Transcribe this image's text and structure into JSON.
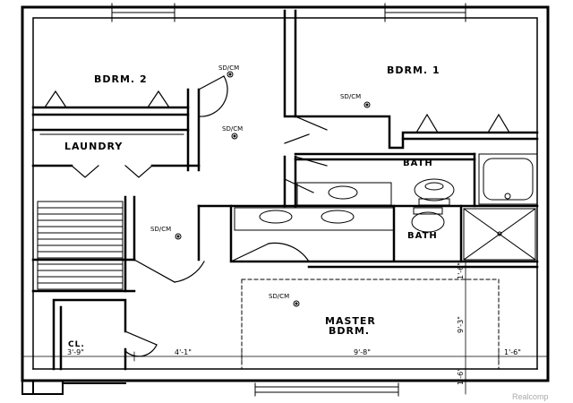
{
  "rooms": {
    "bdrm2": "BDRM. 2",
    "bdrm1": "BDRM. 1",
    "laundry": "LAUNDRY",
    "bath_upper": "BATH",
    "bath_lower": "BATH",
    "master_line1": "MASTER",
    "master_line2": "BDRM.",
    "closet": "CL."
  },
  "smoke_detector_label": "SD/CM",
  "dimensions": {
    "d_3_9": "3'-9\"",
    "d_4_1": "4'-1\"",
    "d_9_8": "9'-8\"",
    "d_1_6_right": "1'-6\"",
    "d_1_6_top": "1'-6\"",
    "d_9_3": "9'-3\"",
    "d_1_6_bottom": "1'-6\""
  },
  "watermark": "Realcomp"
}
